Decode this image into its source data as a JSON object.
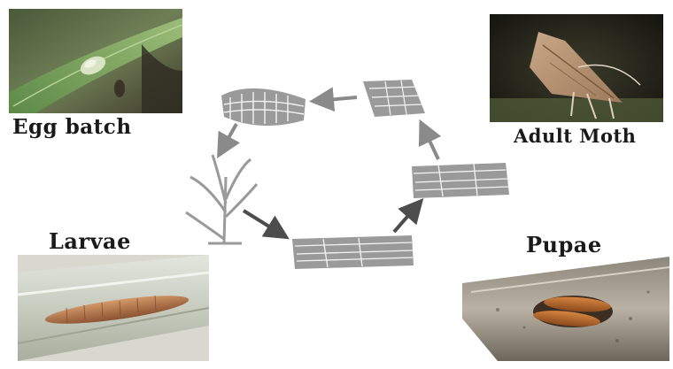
{
  "labels": {
    "egg": "Egg batch",
    "adult": "Adult Moth",
    "larvae": "Larvae",
    "pupae": "Pupae"
  },
  "icons": {
    "egg_photo": "egg-batch-on-leaf-photo",
    "adult_photo": "adult-moth-photo",
    "larvae_photo": "larva-in-stem-photo",
    "pupae_photo": "pupae-in-stem-photo",
    "egg_mass": "egg-mass-drawing",
    "rice_plant": "rice-plant-drawing",
    "larva": "larva-drawing",
    "pupa": "pupa-drawing",
    "moth": "moth-drawing"
  },
  "colors": {
    "drawing": "#9a9a9a",
    "arrow": "#8a8a8a",
    "arrow_dark": "#4d4d4d",
    "text": "#1a1a1a"
  }
}
